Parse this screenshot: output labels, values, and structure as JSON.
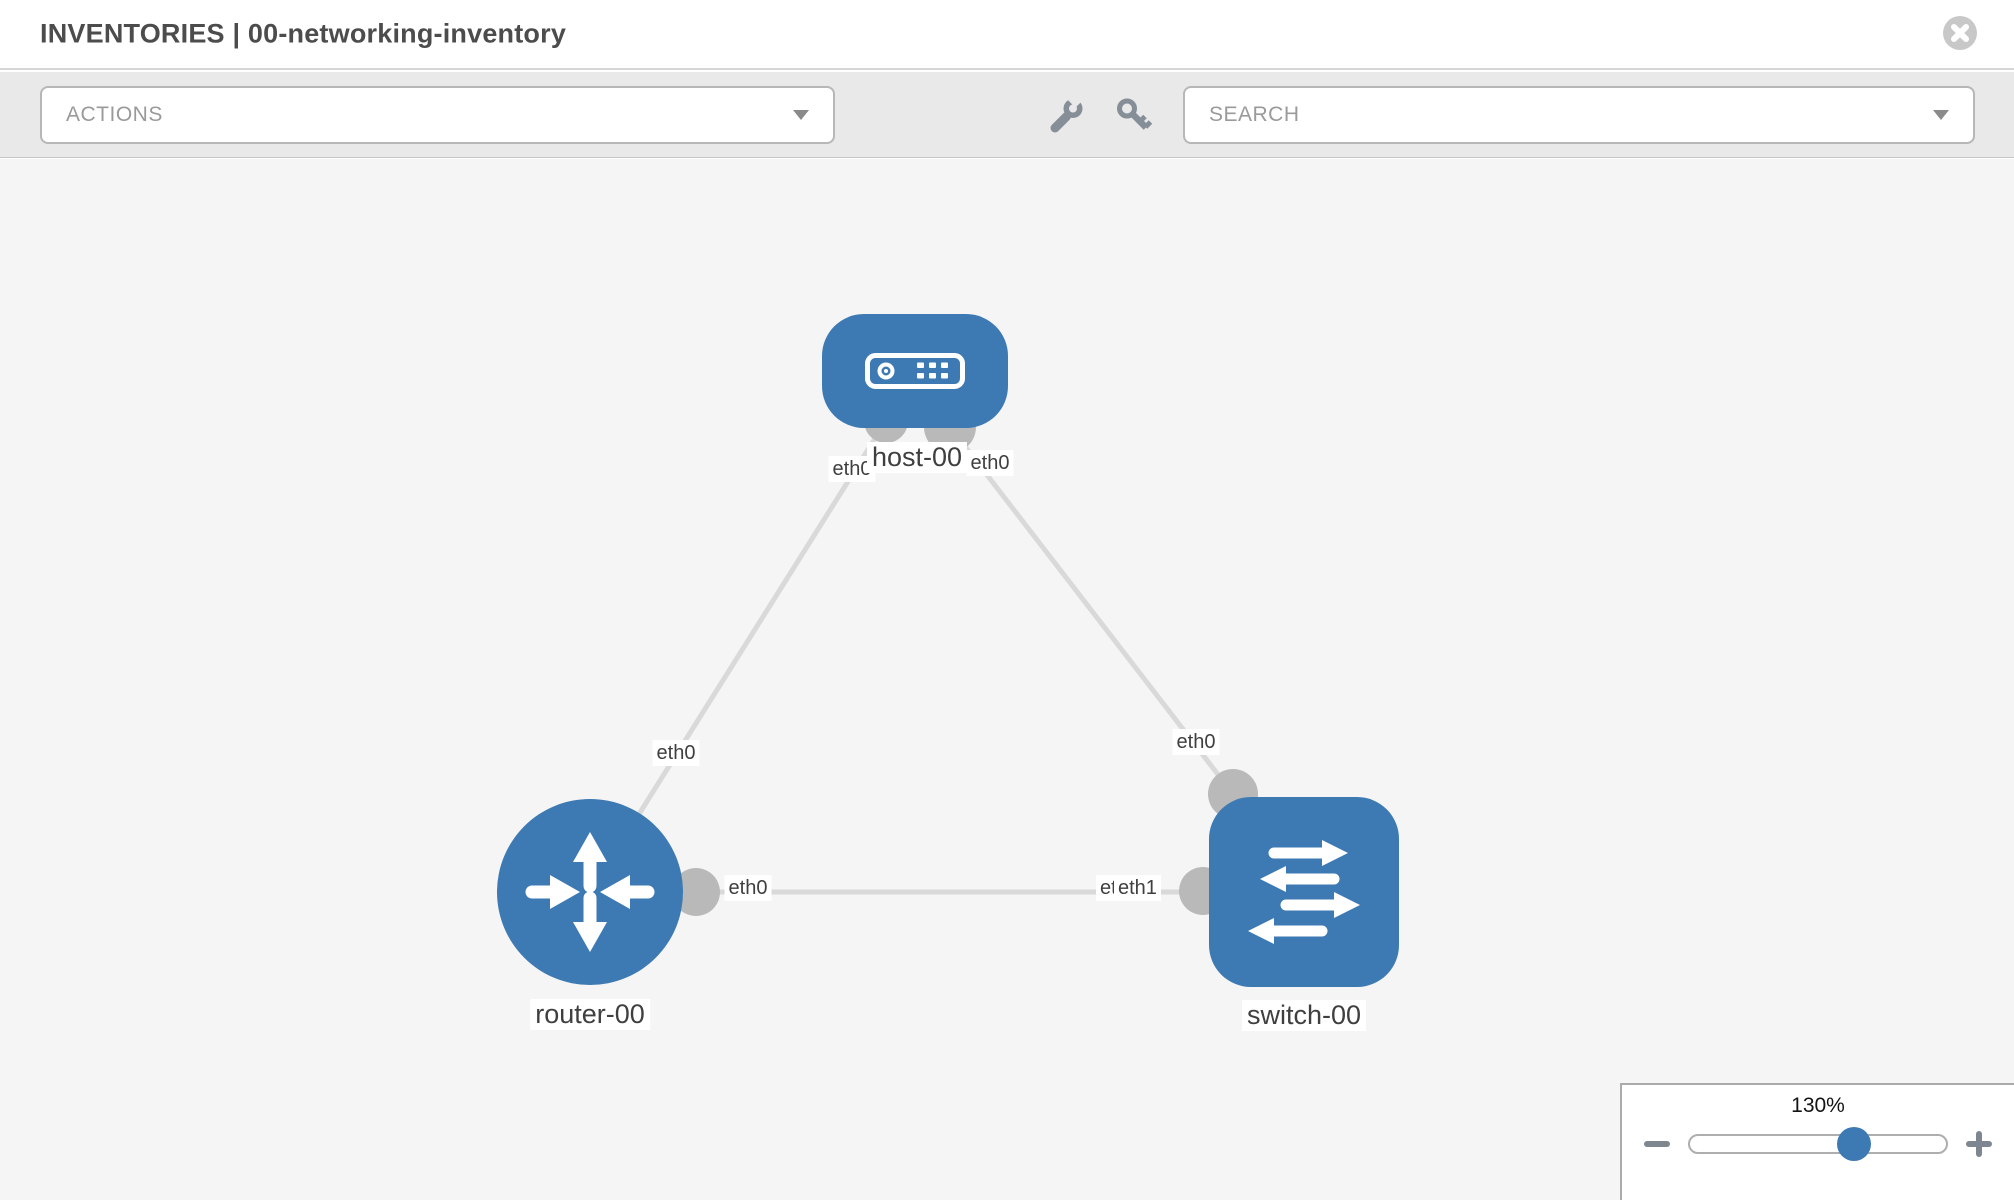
{
  "header": {
    "title": "INVENTORIES | 00-networking-inventory"
  },
  "toolbar": {
    "actions_dropdown": {
      "label": "ACTIONS"
    },
    "search_dropdown": {
      "label": "SEARCH"
    },
    "icons": [
      "wrench",
      "key"
    ]
  },
  "topology": {
    "nodes": [
      {
        "id": "host-00",
        "label": "host-00",
        "type": "host",
        "shape": "rounded-rect"
      },
      {
        "id": "router-00",
        "label": "router-00",
        "type": "router",
        "shape": "circle"
      },
      {
        "id": "switch-00",
        "label": "switch-00",
        "type": "switch",
        "shape": "rounded-square"
      }
    ],
    "links": [
      {
        "from": "host-00",
        "to": "router-00",
        "from_interface": "eth0",
        "to_interface": "eth0"
      },
      {
        "from": "host-00",
        "to": "switch-00",
        "from_interface": "eth0",
        "to_interface": "eth0"
      },
      {
        "from": "router-00",
        "to": "switch-00",
        "from_interface": "eth0",
        "to_interface": "eth1"
      }
    ],
    "interface_labels": {
      "host_left": "eth0",
      "host_right": "eth0",
      "router_top": "eth0",
      "switch_top": "eth0",
      "router_right": "eth0",
      "switch_left_top_layer": "eth1",
      "switch_left_bottom_layer": "eth0"
    }
  },
  "zoom_panel": {
    "value": "130%",
    "percent": 130
  },
  "colors": {
    "node_blue": "#3d7ab3",
    "connector_gray": "#b9b9b9",
    "link_gray": "#d9d9d9",
    "canvas_bg": "#f5f5f5",
    "toolbar_bg": "#e9e9e9",
    "icon_gray": "#868f98"
  }
}
